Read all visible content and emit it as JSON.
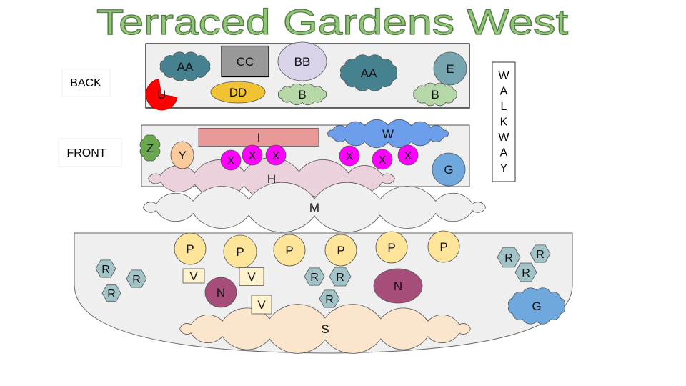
{
  "title": "Terraced Gardens West",
  "title_color": "#93c47d",
  "labels": {
    "back": "BACK",
    "front": "FRONT"
  },
  "walkway": [
    "W",
    "A",
    "L",
    "K",
    "W",
    "A",
    "Y"
  ],
  "back_bed": [
    {
      "label": "AA",
      "color": "#45818e"
    },
    {
      "label": "CC",
      "color": "#999999"
    },
    {
      "label": "BB",
      "color": "#d9d2e9"
    },
    {
      "label": "AA",
      "color": "#45818e"
    },
    {
      "label": "E",
      "color": "#76a5af"
    },
    {
      "label": "U",
      "color": "#ff0000"
    },
    {
      "label": "DD",
      "color": "#f1c232"
    },
    {
      "label": "B",
      "color": "#b6d7a8"
    },
    {
      "label": "B",
      "color": "#b6d7a8"
    }
  ],
  "front_bed": [
    {
      "label": "Z",
      "color": "#6aa84f"
    },
    {
      "label": "Y",
      "color": "#f9cb9c"
    },
    {
      "label": "I",
      "color": "#ea9999"
    },
    {
      "label": "W",
      "color": "#6d9eeb"
    },
    {
      "label": "X",
      "color": "#ff00ff"
    },
    {
      "label": "X",
      "color": "#ff00ff"
    },
    {
      "label": "X",
      "color": "#ff00ff"
    },
    {
      "label": "X",
      "color": "#ff00ff"
    },
    {
      "label": "X",
      "color": "#ff00ff"
    },
    {
      "label": "X",
      "color": "#ff00ff"
    },
    {
      "label": "G",
      "color": "#6fa8dc"
    },
    {
      "label": "H",
      "color": "#ead1dc"
    }
  ],
  "middle": [
    {
      "label": "M",
      "color": "#efefef"
    }
  ],
  "lower_bed": [
    {
      "label": "P",
      "color": "#ffe599"
    },
    {
      "label": "P",
      "color": "#ffe599"
    },
    {
      "label": "P",
      "color": "#ffe599"
    },
    {
      "label": "P",
      "color": "#ffe599"
    },
    {
      "label": "P",
      "color": "#ffe599"
    },
    {
      "label": "P",
      "color": "#ffe599"
    },
    {
      "label": "R",
      "color": "#a2c4c9"
    },
    {
      "label": "R",
      "color": "#a2c4c9"
    },
    {
      "label": "R",
      "color": "#a2c4c9"
    },
    {
      "label": "R",
      "color": "#a2c4c9"
    },
    {
      "label": "R",
      "color": "#a2c4c9"
    },
    {
      "label": "R",
      "color": "#a2c4c9"
    },
    {
      "label": "R",
      "color": "#a2c4c9"
    },
    {
      "label": "R",
      "color": "#a2c4c9"
    },
    {
      "label": "R",
      "color": "#a2c4c9"
    },
    {
      "label": "V",
      "color": "#fff2cc"
    },
    {
      "label": "V",
      "color": "#fff2cc"
    },
    {
      "label": "V",
      "color": "#fff2cc"
    },
    {
      "label": "N",
      "color": "#a64d79"
    },
    {
      "label": "N",
      "color": "#a64d79"
    },
    {
      "label": "G",
      "color": "#6fa8dc"
    },
    {
      "label": "S",
      "color": "#fce5cd"
    }
  ]
}
